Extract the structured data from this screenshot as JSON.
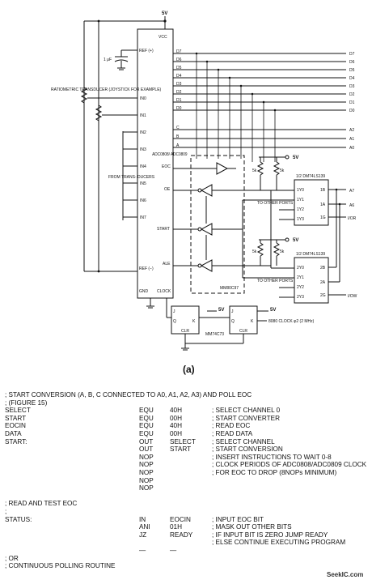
{
  "schematic": {
    "vcc_top": "5V",
    "chip": {
      "name": "ADC0808/ ADC0809",
      "vcc": "VCC",
      "ref_plus": "REF (+)",
      "ref_minus": "REF (−)",
      "gnd": "GND",
      "clock": "CLOCK",
      "oe": "OE",
      "start": "START",
      "ale": "ALE",
      "eoc": "EOC"
    },
    "data_pins": [
      "D7",
      "D6",
      "D5",
      "D4",
      "D3",
      "D2",
      "D1",
      "D0"
    ],
    "addr_pins": [
      "C",
      "B",
      "A"
    ],
    "addr_bus": [
      "A2",
      "A1",
      "A0"
    ],
    "inputs": [
      "IN0",
      "IN1",
      "IN2",
      "IN3",
      "IN4",
      "IN5",
      "IN6",
      "IN7"
    ],
    "capacitor": "1 μF",
    "transducer": "RATIOMETRIC TRANSDUCER (JOYSTICK FOR EXAMPLE)",
    "from_transducers": "FROM TRANS- DUCERS",
    "buffer_chip": "MM80C97",
    "resistor": "5k",
    "decoder_a": {
      "name": "1/2 DM74LS139",
      "outputs": [
        "1Y0",
        "1Y1",
        "1Y2",
        "1Y3"
      ],
      "inputs": [
        "1B",
        "1A",
        "1G"
      ]
    },
    "decoder_b": {
      "name": "1/2 DM74LS139",
      "outputs": [
        "2Y0",
        "2Y1",
        "2Y2",
        "2Y3"
      ],
      "inputs": [
        "2B",
        "2A",
        "2G"
      ]
    },
    "to_other_ports": "TO OTHER PORTS",
    "bus_a7": "A7",
    "bus_a6": "A6",
    "io_r": "I/OR",
    "io_w": "I/OW",
    "ff": {
      "name": "MM74C73",
      "d": "J",
      "q": "Q",
      "clr": "CLR",
      "k": "K"
    },
    "clock_src": "8080 CLOCK φ2 (2 MHz)",
    "five_v": "5V",
    "caption": "(a)"
  },
  "program": {
    "lines": [
      {
        "c1": "; START CONVERSION (A, B, C CONNECTED TO A0, A1, A2, A3) AND POLL EOC",
        "c2": "",
        "c3": "",
        "c4": ""
      },
      {
        "c1": "; (FIGURE 15)",
        "c2": "",
        "c3": "",
        "c4": ""
      },
      {
        "c1": "SELECT",
        "c2": "EQU",
        "c3": "40H",
        "c4": "; SELECT CHANNEL 0"
      },
      {
        "c1": "START",
        "c2": "EQU",
        "c3": "00H",
        "c4": "; START CONVERTER"
      },
      {
        "c1": "EOCIN",
        "c2": "EQU",
        "c3": "40H",
        "c4": "; READ EOC"
      },
      {
        "c1": "DATA",
        "c2": "EQU",
        "c3": "00H",
        "c4": "; READ DATA"
      },
      {
        "c1": "START:",
        "c2": "OUT",
        "c3": "SELECT",
        "c4": "; SELECT CHANNEL"
      },
      {
        "c1": "",
        "c2": "OUT",
        "c3": "START",
        "c4": "; START CONVERSION"
      },
      {
        "c1": "",
        "c2": "NOP",
        "c3": "",
        "c4": "; INSERT INSTRUCTIONS TO WAIT 0-8"
      },
      {
        "c1": "",
        "c2": "NOP",
        "c3": "",
        "c4": "; CLOCK PERIODS OF ADC0808/ADC0809 CLOCK"
      },
      {
        "c1": "",
        "c2": "NOP",
        "c3": "",
        "c4": "; FOR EOC TO DROP (8NOPs MINIMUM)"
      },
      {
        "c1": "",
        "c2": "NOP",
        "c3": "",
        "c4": ""
      },
      {
        "c1": "",
        "c2": "NOP",
        "c3": "",
        "c4": ""
      },
      {
        "c1": "",
        "c2": "",
        "c3": "",
        "c4": ""
      },
      {
        "c1": "; READ AND TEST EOC",
        "c2": "",
        "c3": "",
        "c4": ""
      },
      {
        "c1": ";",
        "c2": "",
        "c3": "",
        "c4": ""
      },
      {
        "c1": "STATUS:",
        "c2": "IN",
        "c3": "EOCIN",
        "c4": "; INPUT EOC BIT"
      },
      {
        "c1": "",
        "c2": "ANI",
        "c3": "01H",
        "c4": "; MASK OUT OTHER BITS"
      },
      {
        "c1": "",
        "c2": "JZ",
        "c3": "READY",
        "c4": "; IF INPUT BIT IS ZERO JUMP READY"
      },
      {
        "c1": "",
        "c2": "",
        "c3": "",
        "c4": "; ELSE CONTINUE EXECUTING PROGRAM"
      },
      {
        "c1": "",
        "c2": "—",
        "c3": "—",
        "c4": ""
      },
      {
        "c1": "; OR",
        "c2": "",
        "c3": "",
        "c4": ""
      },
      {
        "c1": "; CONTINUOUS POLLING ROUTINE",
        "c2": "",
        "c3": "",
        "c4": ""
      }
    ]
  },
  "watermark": "SeekIC.com"
}
